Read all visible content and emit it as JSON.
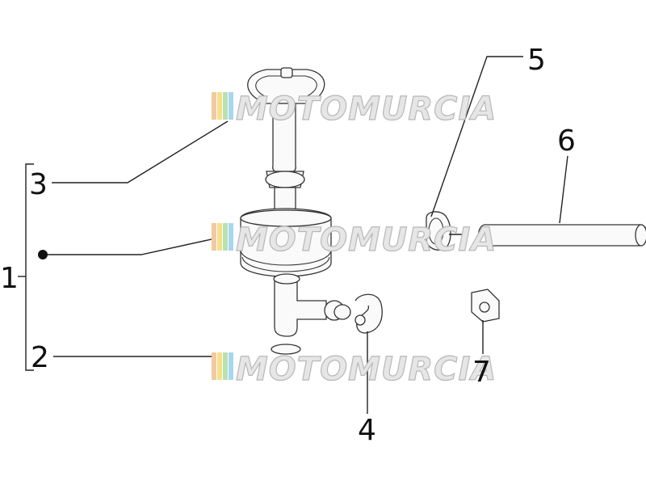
{
  "callouts": {
    "c1": "1",
    "c2": "2",
    "c3": "3",
    "c4": "4",
    "c5": "5",
    "c6": "6",
    "c7": "7"
  },
  "watermark": {
    "text": "MOTOMURCIA",
    "stripe_colors": [
      "#f2c9a0",
      "#f5e08a",
      "#b9e0b0",
      "#a9d6ec"
    ]
  }
}
